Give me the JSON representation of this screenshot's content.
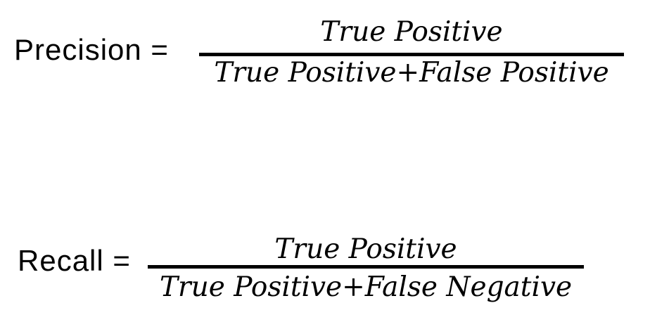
{
  "colors": {
    "background": "#ffffff",
    "text": "#000000",
    "fraction_bar": "#000000"
  },
  "formulas": [
    {
      "id": "precision",
      "label": "Precision =",
      "numerator": "True Positive",
      "denominator": "True Positive+False Positive"
    },
    {
      "id": "recall",
      "label": "Recall =",
      "numerator": "True Positive",
      "denominator": "True Positive+False Negative"
    }
  ]
}
